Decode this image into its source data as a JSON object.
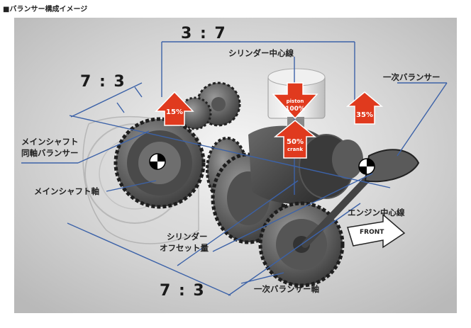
{
  "title": "■バランサー構成イメージ",
  "ratios": {
    "top": "3 : 7",
    "left": "7 : 3",
    "bottom": "7 : 3"
  },
  "labels": {
    "cylinder_center": "シリンダー中心線",
    "primary_balancer": "一次バランサー",
    "mainshaft_coaxial_1": "メインシャフト",
    "mainshaft_coaxial_2": "同軸バランサー",
    "mainshaft_axis": "メインシャフト軸",
    "cylinder_offset_1": "シリンダー",
    "cylinder_offset_2": "オフセット量",
    "engine_center": "エンジン中心線",
    "primary_balancer_axis": "一次バランサー軸",
    "front": "FRONT"
  },
  "arrows": {
    "a15": {
      "value": "15%"
    },
    "piston": {
      "sub": "piston",
      "value": "100%"
    },
    "crank": {
      "value": "50%",
      "sub": "crank"
    },
    "a35": {
      "value": "35%"
    }
  },
  "colors": {
    "arrow_red": "#e03a1e",
    "line_blue": "#3c62a8",
    "bg_top": "#f4f4f4",
    "bg_mid": "#c9c9c9"
  }
}
